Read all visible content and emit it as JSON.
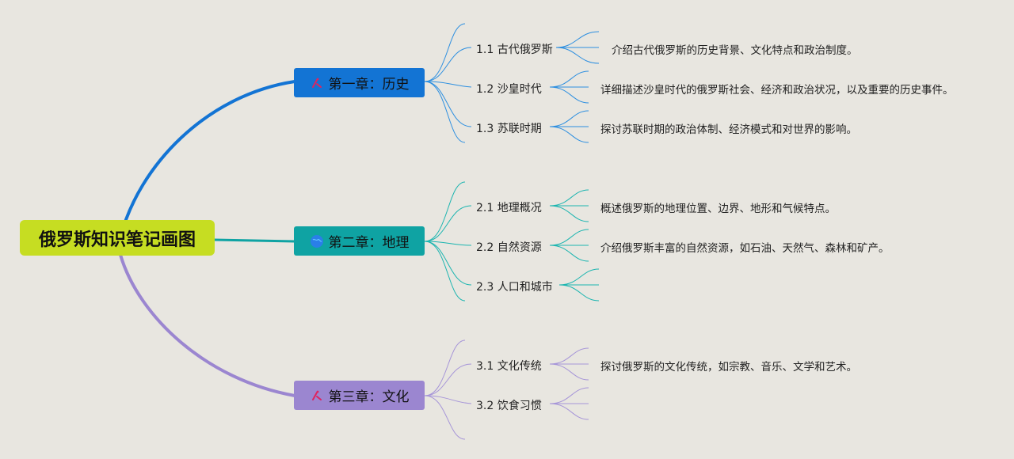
{
  "root": {
    "title": "俄罗斯知识笔记画图"
  },
  "colors": {
    "root_bg": "#c6dd22",
    "branch1": "#1374d4",
    "branch2": "#0fa3a3",
    "branch3": "#9b86d0",
    "icon_pink": "#e0245e"
  },
  "chapters": [
    {
      "title": "第一章：历史",
      "icon": "pen-ruler-icon",
      "sections": [
        {
          "label": "1.1 古代俄罗斯",
          "desc": "介绍古代俄罗斯的历史背景、文化特点和政治制度。"
        },
        {
          "label": "1.2 沙皇时代",
          "desc": "详细描述沙皇时代的俄罗斯社会、经济和政治状况，以及重要的历史事件。"
        },
        {
          "label": "1.3 苏联时期",
          "desc": "探讨苏联时期的政治体制、经济模式和对世界的影响。"
        }
      ]
    },
    {
      "title": "第二章：地理",
      "icon": "globe-icon",
      "sections": [
        {
          "label": "2.1 地理概况",
          "desc": "概述俄罗斯的地理位置、边界、地形和气候特点。"
        },
        {
          "label": "2.2 自然资源",
          "desc": "介绍俄罗斯丰富的自然资源，如石油、天然气、森林和矿产。"
        },
        {
          "label": "2.3 人口和城市",
          "desc": ""
        }
      ]
    },
    {
      "title": "第三章：文化",
      "icon": "pen-ruler-icon",
      "sections": [
        {
          "label": "3.1 文化传统",
          "desc": "探讨俄罗斯的文化传统，如宗教、音乐、文学和艺术。"
        },
        {
          "label": "3.2 饮食习惯",
          "desc": ""
        }
      ]
    }
  ]
}
